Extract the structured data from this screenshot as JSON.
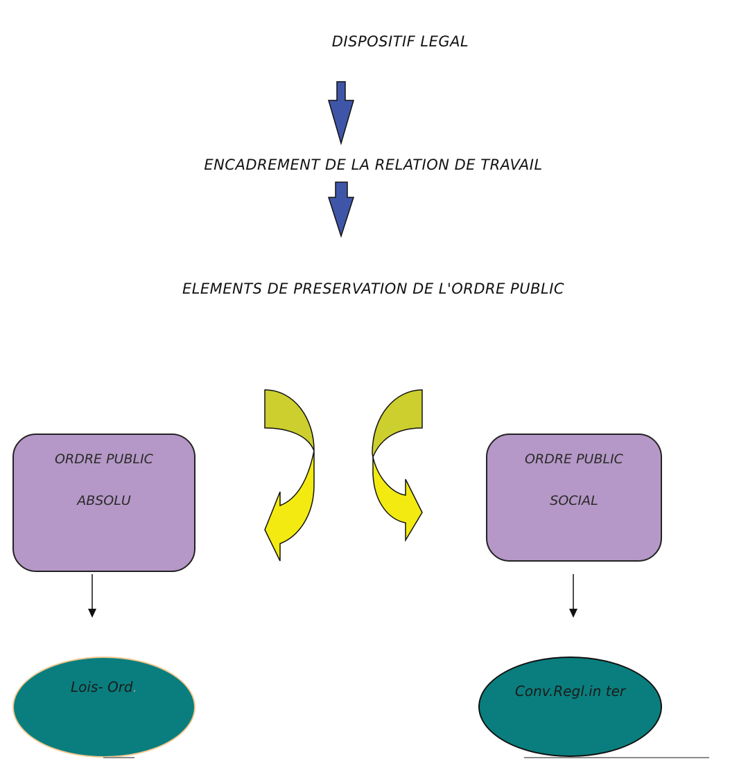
{
  "diagram": {
    "title": "DISPOSITIF LEGAL",
    "level2": "ENCADREMENT DE LA RELATION DE TRAVAIL",
    "level3": "ELEMENTS DE PRESERVATION DE L'ORDRE PUBLIC",
    "left_branch": {
      "box_line1": "ORDRE PUBLIC",
      "box_line2": "ABSOLU",
      "ellipse_label": "Lois- Ord",
      "ellipse_suffix": "."
    },
    "right_branch": {
      "box_line1": "ORDRE PUBLIC",
      "box_line2": "SOCIAL",
      "ellipse_label": "Conv.Regl.in ter"
    },
    "icons": {
      "down_arrow_1": "block-arrow-down-icon",
      "down_arrow_2": "block-arrow-down-icon",
      "curved_arrow_left": "curved-arrow-down-left-icon",
      "curved_arrow_right": "curved-arrow-down-right-icon",
      "connector_left": "thin-arrow-down-icon",
      "connector_right": "thin-arrow-down-icon"
    },
    "colors": {
      "block_arrow": "#3f56a8",
      "curved_arrow_top": "#cdcf2e",
      "curved_arrow_bottom": "#f3ea12",
      "box_fill": "#b598c7",
      "ellipse_fill": "#0a7e7e",
      "ellipse_left_border": "#f2c98f"
    }
  }
}
